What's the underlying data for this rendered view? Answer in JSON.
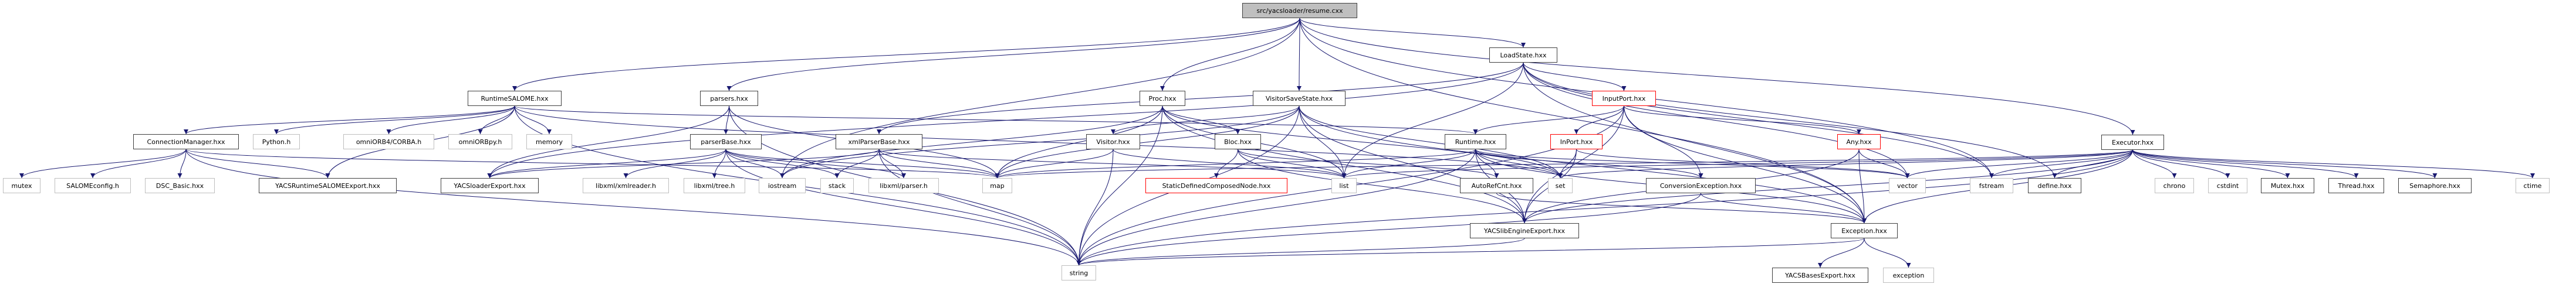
{
  "graph": {
    "title": "src/yacsloader/resume.cxx",
    "edge_color": "#191970",
    "node_styles": {
      "root": {
        "fill": "#bfbfbf",
        "border": "#404040"
      },
      "local": {
        "fill": "#ffffff",
        "border": "#404040"
      },
      "system": {
        "fill": "#ffffff",
        "border": "#bfbfbf"
      },
      "incomplete": {
        "fill": "#ffffff",
        "border": "#ff0000"
      }
    },
    "nodes": [
      {
        "id": "root",
        "label": "src/yacsloader/resume.cxx",
        "kind": "root"
      },
      {
        "id": "RuntimeSALOME",
        "label": "RuntimeSALOME.hxx",
        "kind": "local"
      },
      {
        "id": "parsers",
        "label": "parsers.hxx",
        "kind": "local"
      },
      {
        "id": "Proc",
        "label": "Proc.hxx",
        "kind": "local"
      },
      {
        "id": "VisitorSaveState",
        "label": "VisitorSaveState.hxx",
        "kind": "local"
      },
      {
        "id": "LoadState",
        "label": "LoadState.hxx",
        "kind": "local"
      },
      {
        "id": "InputPort",
        "label": "InputPort.hxx",
        "kind": "incomplete"
      },
      {
        "id": "Executor",
        "label": "Executor.hxx",
        "kind": "local"
      },
      {
        "id": "ConnectionManager",
        "label": "ConnectionManager.hxx",
        "kind": "local"
      },
      {
        "id": "Python",
        "label": "Python.h",
        "kind": "system"
      },
      {
        "id": "CORBA",
        "label": "omniORB4/CORBA.h",
        "kind": "system"
      },
      {
        "id": "omniORBpy",
        "label": "omniORBpy.h",
        "kind": "system"
      },
      {
        "id": "memory",
        "label": "memory",
        "kind": "system"
      },
      {
        "id": "parserBase",
        "label": "parserBase.hxx",
        "kind": "local"
      },
      {
        "id": "xmlParserBase",
        "label": "xmlParserBase.hxx",
        "kind": "local"
      },
      {
        "id": "Visitor",
        "label": "Visitor.hxx",
        "kind": "local"
      },
      {
        "id": "Bloc",
        "label": "Bloc.hxx",
        "kind": "local"
      },
      {
        "id": "Runtime",
        "label": "Runtime.hxx",
        "kind": "local"
      },
      {
        "id": "InPort",
        "label": "InPort.hxx",
        "kind": "incomplete"
      },
      {
        "id": "Any",
        "label": "Any.hxx",
        "kind": "incomplete"
      },
      {
        "id": "mutex",
        "label": "mutex",
        "kind": "system"
      },
      {
        "id": "SALOMEconfig",
        "label": "SALOMEconfig.h",
        "kind": "system"
      },
      {
        "id": "DSC_Basic",
        "label": "DSC_Basic.hxx",
        "kind": "system"
      },
      {
        "id": "YACSRuntimeSALOMEExport",
        "label": "YACSRuntimeSALOMEExport.hxx",
        "kind": "local"
      },
      {
        "id": "YACSloaderExport",
        "label": "YACSloaderExport.hxx",
        "kind": "local"
      },
      {
        "id": "xmlreader",
        "label": "libxml/xmlreader.h",
        "kind": "system"
      },
      {
        "id": "tree",
        "label": "libxml/tree.h",
        "kind": "system"
      },
      {
        "id": "iostream",
        "label": "iostream",
        "kind": "system"
      },
      {
        "id": "stack",
        "label": "stack",
        "kind": "system"
      },
      {
        "id": "libxmlparser",
        "label": "libxml/parser.h",
        "kind": "system"
      },
      {
        "id": "map",
        "label": "map",
        "kind": "system"
      },
      {
        "id": "StaticDefinedComposedNode",
        "label": "StaticDefinedComposedNode.hxx",
        "kind": "incomplete"
      },
      {
        "id": "list",
        "label": "list",
        "kind": "system"
      },
      {
        "id": "AutoRefCnt",
        "label": "AutoRefCnt.hxx",
        "kind": "local"
      },
      {
        "id": "set",
        "label": "set",
        "kind": "system"
      },
      {
        "id": "ConversionException",
        "label": "ConversionException.hxx",
        "kind": "local"
      },
      {
        "id": "vector",
        "label": "vector",
        "kind": "system"
      },
      {
        "id": "fstream",
        "label": "fstream",
        "kind": "system"
      },
      {
        "id": "define",
        "label": "define.hxx",
        "kind": "local"
      },
      {
        "id": "chrono",
        "label": "chrono",
        "kind": "system"
      },
      {
        "id": "cstdint",
        "label": "cstdint",
        "kind": "system"
      },
      {
        "id": "Mutex",
        "label": "Mutex.hxx",
        "kind": "local"
      },
      {
        "id": "Thread",
        "label": "Thread.hxx",
        "kind": "local"
      },
      {
        "id": "Semaphore",
        "label": "Semaphore.hxx",
        "kind": "local"
      },
      {
        "id": "ctime",
        "label": "ctime",
        "kind": "system"
      },
      {
        "id": "YACSlibEngineExport",
        "label": "YACSlibEngineExport.hxx",
        "kind": "local"
      },
      {
        "id": "Exception",
        "label": "Exception.hxx",
        "kind": "local"
      },
      {
        "id": "string",
        "label": "string",
        "kind": "system"
      },
      {
        "id": "YACSBasesExport",
        "label": "YACSBasesExport.hxx",
        "kind": "local"
      },
      {
        "id": "exception",
        "label": "exception",
        "kind": "system"
      }
    ],
    "edges": [
      [
        "root",
        "RuntimeSALOME"
      ],
      [
        "root",
        "parsers"
      ],
      [
        "root",
        "Proc"
      ],
      [
        "root",
        "VisitorSaveState"
      ],
      [
        "root",
        "LoadState"
      ],
      [
        "root",
        "Executor"
      ],
      [
        "root",
        "iostream"
      ],
      [
        "root",
        "fstream"
      ],
      [
        "root",
        "Exception"
      ],
      [
        "RuntimeSALOME",
        "ConnectionManager"
      ],
      [
        "RuntimeSALOME",
        "Python"
      ],
      [
        "RuntimeSALOME",
        "CORBA"
      ],
      [
        "RuntimeSALOME",
        "omniORBpy"
      ],
      [
        "RuntimeSALOME",
        "memory"
      ],
      [
        "RuntimeSALOME",
        "YACSRuntimeSALOMEExport"
      ],
      [
        "RuntimeSALOME",
        "Runtime"
      ],
      [
        "RuntimeSALOME",
        "string"
      ],
      [
        "RuntimeSALOME",
        "set"
      ],
      [
        "ConnectionManager",
        "mutex"
      ],
      [
        "ConnectionManager",
        "SALOMEconfig"
      ],
      [
        "ConnectionManager",
        "DSC_Basic"
      ],
      [
        "ConnectionManager",
        "YACSRuntimeSALOMEExport"
      ],
      [
        "ConnectionManager",
        "string"
      ],
      [
        "ConnectionManager",
        "map"
      ],
      [
        "parsers",
        "parserBase"
      ],
      [
        "parsers",
        "YACSloaderExport"
      ],
      [
        "parsers",
        "map"
      ],
      [
        "parsers",
        "string"
      ],
      [
        "parserBase",
        "YACSloaderExport"
      ],
      [
        "parserBase",
        "xmlreader"
      ],
      [
        "parserBase",
        "tree"
      ],
      [
        "parserBase",
        "iostream"
      ],
      [
        "parserBase",
        "stack"
      ],
      [
        "parserBase",
        "libxmlparser"
      ],
      [
        "parserBase",
        "map"
      ],
      [
        "parserBase",
        "string"
      ],
      [
        "xmlParserBase",
        "YACSloaderExport"
      ],
      [
        "xmlParserBase",
        "stack"
      ],
      [
        "xmlParserBase",
        "libxmlparser"
      ],
      [
        "xmlParserBase",
        "map"
      ],
      [
        "xmlParserBase",
        "string"
      ],
      [
        "xmlParserBase",
        "list"
      ],
      [
        "Proc",
        "Bloc"
      ],
      [
        "Proc",
        "YACSlibEngineExport"
      ],
      [
        "Proc",
        "iostream"
      ],
      [
        "Proc",
        "list"
      ],
      [
        "Proc",
        "map"
      ],
      [
        "Proc",
        "string"
      ],
      [
        "Proc",
        "set"
      ],
      [
        "Bloc",
        "StaticDefinedComposedNode"
      ],
      [
        "Bloc",
        "YACSlibEngineExport"
      ],
      [
        "Bloc",
        "list"
      ],
      [
        "Bloc",
        "AutoRefCnt"
      ],
      [
        "VisitorSaveState",
        "Visitor"
      ],
      [
        "VisitorSaveState",
        "YACSlibEngineExport"
      ],
      [
        "VisitorSaveState",
        "map"
      ],
      [
        "VisitorSaveState",
        "string"
      ],
      [
        "VisitorSaveState",
        "list"
      ],
      [
        "VisitorSaveState",
        "Exception"
      ],
      [
        "VisitorSaveState",
        "iostream"
      ],
      [
        "VisitorSaveState",
        "set"
      ],
      [
        "Visitor",
        "map"
      ],
      [
        "Visitor",
        "string"
      ],
      [
        "Visitor",
        "list"
      ],
      [
        "LoadState",
        "xmlParserBase"
      ],
      [
        "LoadState",
        "InputPort"
      ],
      [
        "LoadState",
        "YACSloaderExport"
      ],
      [
        "LoadState",
        "list"
      ],
      [
        "LoadState",
        "define"
      ],
      [
        "LoadState",
        "vector"
      ],
      [
        "LoadState",
        "Exception"
      ],
      [
        "LoadState",
        "fstream"
      ],
      [
        "InputPort",
        "Runtime"
      ],
      [
        "InputPort",
        "InPort"
      ],
      [
        "InputPort",
        "Any"
      ],
      [
        "InputPort",
        "ConversionException"
      ],
      [
        "InputPort",
        "YACSlibEngineExport"
      ],
      [
        "InputPort",
        "string"
      ],
      [
        "InputPort",
        "Exception"
      ],
      [
        "Runtime",
        "YACSlibEngineExport"
      ],
      [
        "Runtime",
        "list"
      ],
      [
        "Runtime",
        "AutoRefCnt"
      ],
      [
        "Runtime",
        "set"
      ],
      [
        "Runtime",
        "map"
      ],
      [
        "Runtime",
        "string"
      ],
      [
        "Runtime",
        "vector"
      ],
      [
        "Runtime",
        "Exception"
      ],
      [
        "Runtime",
        "ConversionException"
      ],
      [
        "InPort",
        "set"
      ],
      [
        "InPort",
        "YACSlibEngineExport"
      ],
      [
        "InPort",
        "vector"
      ],
      [
        "Any",
        "YACSlibEngineExport"
      ],
      [
        "Any",
        "Exception"
      ],
      [
        "Any",
        "vector"
      ],
      [
        "AutoRefCnt",
        "Exception"
      ],
      [
        "ConversionException",
        "Exception"
      ],
      [
        "ConversionException",
        "string"
      ],
      [
        "Executor",
        "Mutex"
      ],
      [
        "Executor",
        "Thread"
      ],
      [
        "Executor",
        "Semaphore"
      ],
      [
        "Executor",
        "define"
      ],
      [
        "Executor",
        "chrono"
      ],
      [
        "Executor",
        "cstdint"
      ],
      [
        "Executor",
        "ctime"
      ],
      [
        "Executor",
        "fstream"
      ],
      [
        "Executor",
        "vector"
      ],
      [
        "Executor",
        "list"
      ],
      [
        "Executor",
        "set"
      ],
      [
        "Executor",
        "map"
      ],
      [
        "Executor",
        "string"
      ],
      [
        "Executor",
        "Exception"
      ],
      [
        "Executor",
        "YACSlibEngineExport"
      ],
      [
        "Exception",
        "YACSBasesExport"
      ],
      [
        "Exception",
        "exception"
      ],
      [
        "Exception",
        "string"
      ],
      [
        "YACSlibEngineExport",
        "string"
      ]
    ]
  }
}
